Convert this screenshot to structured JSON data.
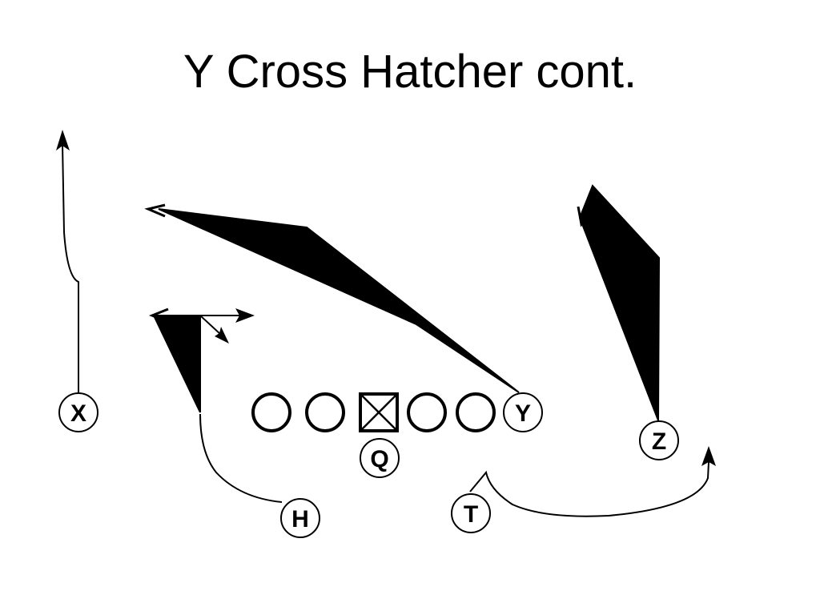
{
  "slide": {
    "title": "Y Cross Hatcher cont."
  },
  "colors": {
    "ink": "#000000",
    "background": "#ffffff"
  },
  "players": {
    "x": "X",
    "y": "Y",
    "z": "Z",
    "q": "Q",
    "h": "H",
    "t": "T"
  }
}
